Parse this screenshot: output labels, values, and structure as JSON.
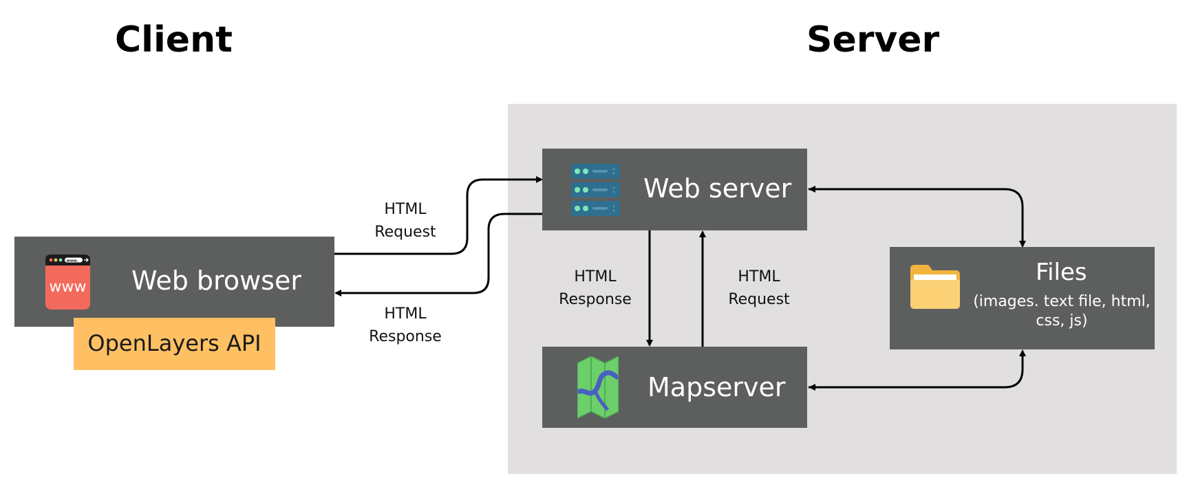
{
  "sections": {
    "client": "Client",
    "server": "Server"
  },
  "nodes": {
    "web_browser": {
      "label": "Web browser",
      "icon": "browser-www-icon",
      "icon_text": "www",
      "url_text": "www."
    },
    "openlayers": {
      "label": "OpenLayers API"
    },
    "web_server": {
      "label": "Web server",
      "icon": "server-rack-icon"
    },
    "mapserver": {
      "label": "Mapserver",
      "icon": "folded-map-icon"
    },
    "files": {
      "label": "Files",
      "sublabel_line1": "(images. text file, html,",
      "sublabel_line2": "css, js)",
      "icon": "folder-icon"
    }
  },
  "edges": {
    "browser_to_webserver": {
      "line1": "HTML",
      "line2": "Request"
    },
    "webserver_to_browser": {
      "line1": "HTML",
      "line2": "Response"
    },
    "webserver_to_mapserver": {
      "line1": "HTML",
      "line2": "Response"
    },
    "mapserver_to_webserver": {
      "line1": "HTML",
      "line2": "Request"
    }
  },
  "colors": {
    "box": "#5c5f5e",
    "server_area": "#e1dfe0",
    "openlayers_bg": "#fec062",
    "browser_icon": "#f26a5b",
    "server_icon": "#2f6f8f",
    "server_led": "#7ee6b8",
    "map_green": "#6ccf6a",
    "map_blue": "#4a5fc1",
    "folder": "#fbc65a"
  }
}
